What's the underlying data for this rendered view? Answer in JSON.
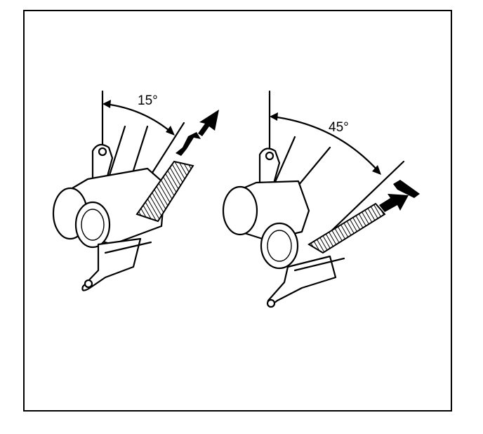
{
  "diagram": {
    "left_angle_label": "15°",
    "right_angle_label": "45°",
    "left_angle_deg": 15,
    "right_angle_deg": 45,
    "stroke_color": "#000000",
    "background_color": "#ffffff"
  }
}
